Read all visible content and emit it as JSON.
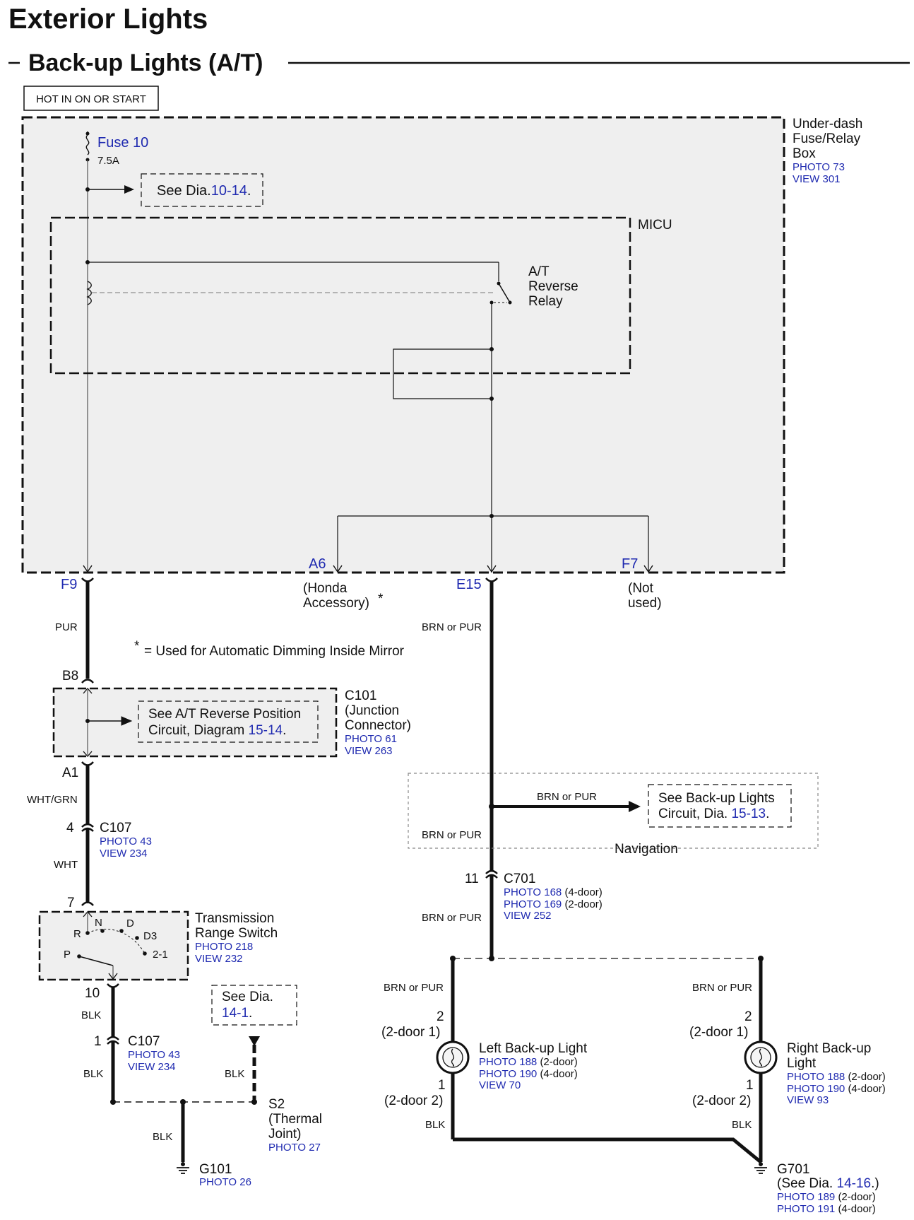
{
  "header": {
    "title": "Exterior Lights",
    "subtitle": "Back-up Lights (A/T)"
  },
  "power_box_label": "HOT IN ON OR START",
  "fuse_box": {
    "name_lines": [
      "Under-dash",
      "Fuse/Relay",
      "Box"
    ],
    "photo": "PHOTO 73",
    "view": "VIEW 301",
    "fuse_name": "Fuse 10",
    "fuse_rating": "7.5A",
    "see_text": "See",
    "see_dia": "Dia.",
    "see_ref": "10-14",
    "see_dot": "."
  },
  "micu": {
    "name": "MICU",
    "relay_lines": [
      "A/T",
      "Reverse",
      "Relay"
    ]
  },
  "terminals": {
    "a6": "A6",
    "a6_desc": [
      "(Honda",
      "Accessory)"
    ],
    "a6_star": "*",
    "f7": "F7",
    "f7_desc": [
      "(Not",
      "used)"
    ],
    "f9": "F9",
    "e15": "E15"
  },
  "footnote": "= Used for Automatic Dimming Inside Mirror",
  "footnote_star": "*",
  "wires": {
    "pur": "PUR",
    "brn_pur": "BRN or PUR",
    "wht_grn": "WHT/GRN",
    "wht": "WHT",
    "blk": "BLK"
  },
  "c101": {
    "top_pin": "B8",
    "bottom_pin": "A1",
    "name_lines": [
      "C101",
      "(Junction",
      "Connector)"
    ],
    "photo": "PHOTO 61",
    "view": "VIEW 263",
    "see_line1": "See A/T Reverse Position",
    "see_line2_a": "Circuit,",
    "see_line2_b": "Diagram",
    "see_ref": "15-14",
    "see_dot": "."
  },
  "c107_top": {
    "pin": "4",
    "name": "C107",
    "photo": "PHOTO 43",
    "view": "VIEW 234"
  },
  "trs": {
    "pin_in": "7",
    "pin_out": "10",
    "name_lines": [
      "Transmission",
      "Range Switch"
    ],
    "photo": "PHOTO 218",
    "view": "VIEW 232",
    "positions": [
      "N",
      "D",
      "R",
      "D3",
      "P",
      "2-1"
    ]
  },
  "c107_bottom": {
    "pin": "1",
    "name": "C107",
    "photo": "PHOTO 43",
    "view": "VIEW 234"
  },
  "see_14_1": {
    "text": "See",
    "dia": "Dia.",
    "ref": "14-1",
    "dot": "."
  },
  "s2": {
    "name_lines": [
      "S2",
      "(Thermal",
      "Joint)"
    ],
    "photo": "PHOTO 27"
  },
  "g101": {
    "name": "G101",
    "photo": "PHOTO 26"
  },
  "navigation": {
    "label": "Navigation",
    "see_line1": "See Back-up Lights",
    "see_line2_a": "Circuit,",
    "see_line2_b": "Dia.",
    "see_ref": "15-13",
    "see_dot": "."
  },
  "c701": {
    "pin": "11",
    "name": "C701",
    "photo1": "PHOTO 168",
    "photo1_note": "(4-door)",
    "photo2": "PHOTO 169",
    "photo2_note": "(2-door)",
    "view": "VIEW 252"
  },
  "left_light": {
    "pin_top": "2",
    "pin_top_note": "(2-door 1)",
    "pin_bottom": "1",
    "pin_bottom_note": "(2-door 2)",
    "name": "Left Back-up Light",
    "photo1": "PHOTO 188",
    "photo1_note": "(2-door)",
    "photo2": "PHOTO 190",
    "photo2_note": "(4-door)",
    "view": "VIEW 70"
  },
  "right_light": {
    "pin_top": "2",
    "pin_top_note": "(2-door 1)",
    "pin_bottom": "1",
    "pin_bottom_note": "(2-door 2)",
    "name_lines": [
      "Right Back-up",
      "Light"
    ],
    "photo1": "PHOTO 188",
    "photo1_note": "(2-door)",
    "photo2": "PHOTO 190",
    "photo2_note": "(4-door)",
    "view": "VIEW 93"
  },
  "g701": {
    "name": "G701",
    "see_a": "(See",
    "see_b": "Dia.",
    "see_ref": "14-16",
    "see_close": ".)",
    "photo1": "PHOTO 189",
    "photo1_note": "(2-door)",
    "photo2": "PHOTO 191",
    "photo2_note": "(4-door)"
  },
  "colors": {
    "link": "#1f2ab0",
    "box_fill": "#efefef",
    "wire": "#111111"
  }
}
